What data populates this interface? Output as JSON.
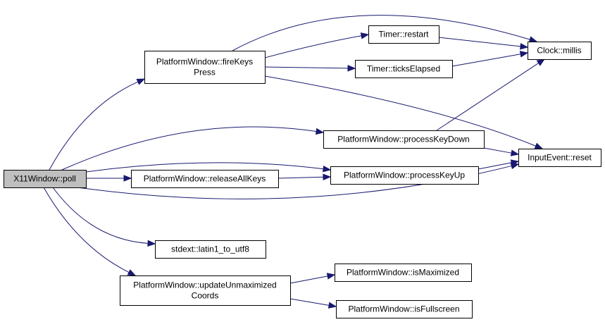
{
  "diagram": {
    "nodes": [
      {
        "id": "n0",
        "lines": [
          "X11Window::poll"
        ],
        "root": true
      },
      {
        "id": "n1",
        "lines": [
          "PlatformWindow::fireKeys",
          "Press"
        ]
      },
      {
        "id": "n2",
        "lines": [
          "Timer::restart"
        ]
      },
      {
        "id": "n3",
        "lines": [
          "Timer::ticksElapsed"
        ]
      },
      {
        "id": "n4",
        "lines": [
          "Clock::millis"
        ]
      },
      {
        "id": "n5",
        "lines": [
          "PlatformWindow::processKeyDown"
        ]
      },
      {
        "id": "n6",
        "lines": [
          "InputEvent::reset"
        ]
      },
      {
        "id": "n7",
        "lines": [
          "PlatformWindow::releaseAllKeys"
        ]
      },
      {
        "id": "n8",
        "lines": [
          "PlatformWindow::processKeyUp"
        ]
      },
      {
        "id": "n9",
        "lines": [
          "stdext::latin1_to_utf8"
        ]
      },
      {
        "id": "n10",
        "lines": [
          "PlatformWindow::updateUnmaximized",
          "Coords"
        ]
      },
      {
        "id": "n11",
        "lines": [
          "PlatformWindow::isMaximized"
        ]
      },
      {
        "id": "n12",
        "lines": [
          "PlatformWindow::isFullscreen"
        ]
      }
    ],
    "edges": [
      {
        "from": "n0",
        "to": "n1"
      },
      {
        "from": "n0",
        "to": "n5"
      },
      {
        "from": "n0",
        "to": "n8"
      },
      {
        "from": "n0",
        "to": "n7"
      },
      {
        "from": "n0",
        "to": "n6"
      },
      {
        "from": "n0",
        "to": "n9"
      },
      {
        "from": "n0",
        "to": "n10"
      },
      {
        "from": "n1",
        "to": "n4"
      },
      {
        "from": "n1",
        "to": "n2"
      },
      {
        "from": "n1",
        "to": "n3"
      },
      {
        "from": "n1",
        "to": "n6"
      },
      {
        "from": "n2",
        "to": "n4"
      },
      {
        "from": "n3",
        "to": "n4"
      },
      {
        "from": "n5",
        "to": "n4"
      },
      {
        "from": "n5",
        "to": "n6"
      },
      {
        "from": "n7",
        "to": "n8"
      },
      {
        "from": "n8",
        "to": "n6"
      },
      {
        "from": "n10",
        "to": "n11"
      },
      {
        "from": "n10",
        "to": "n12"
      }
    ],
    "colors": {
      "edge": "#191970",
      "root_fill": "#bfbfbf",
      "node_fill": "#ffffff",
      "node_stroke": "#000000"
    }
  }
}
